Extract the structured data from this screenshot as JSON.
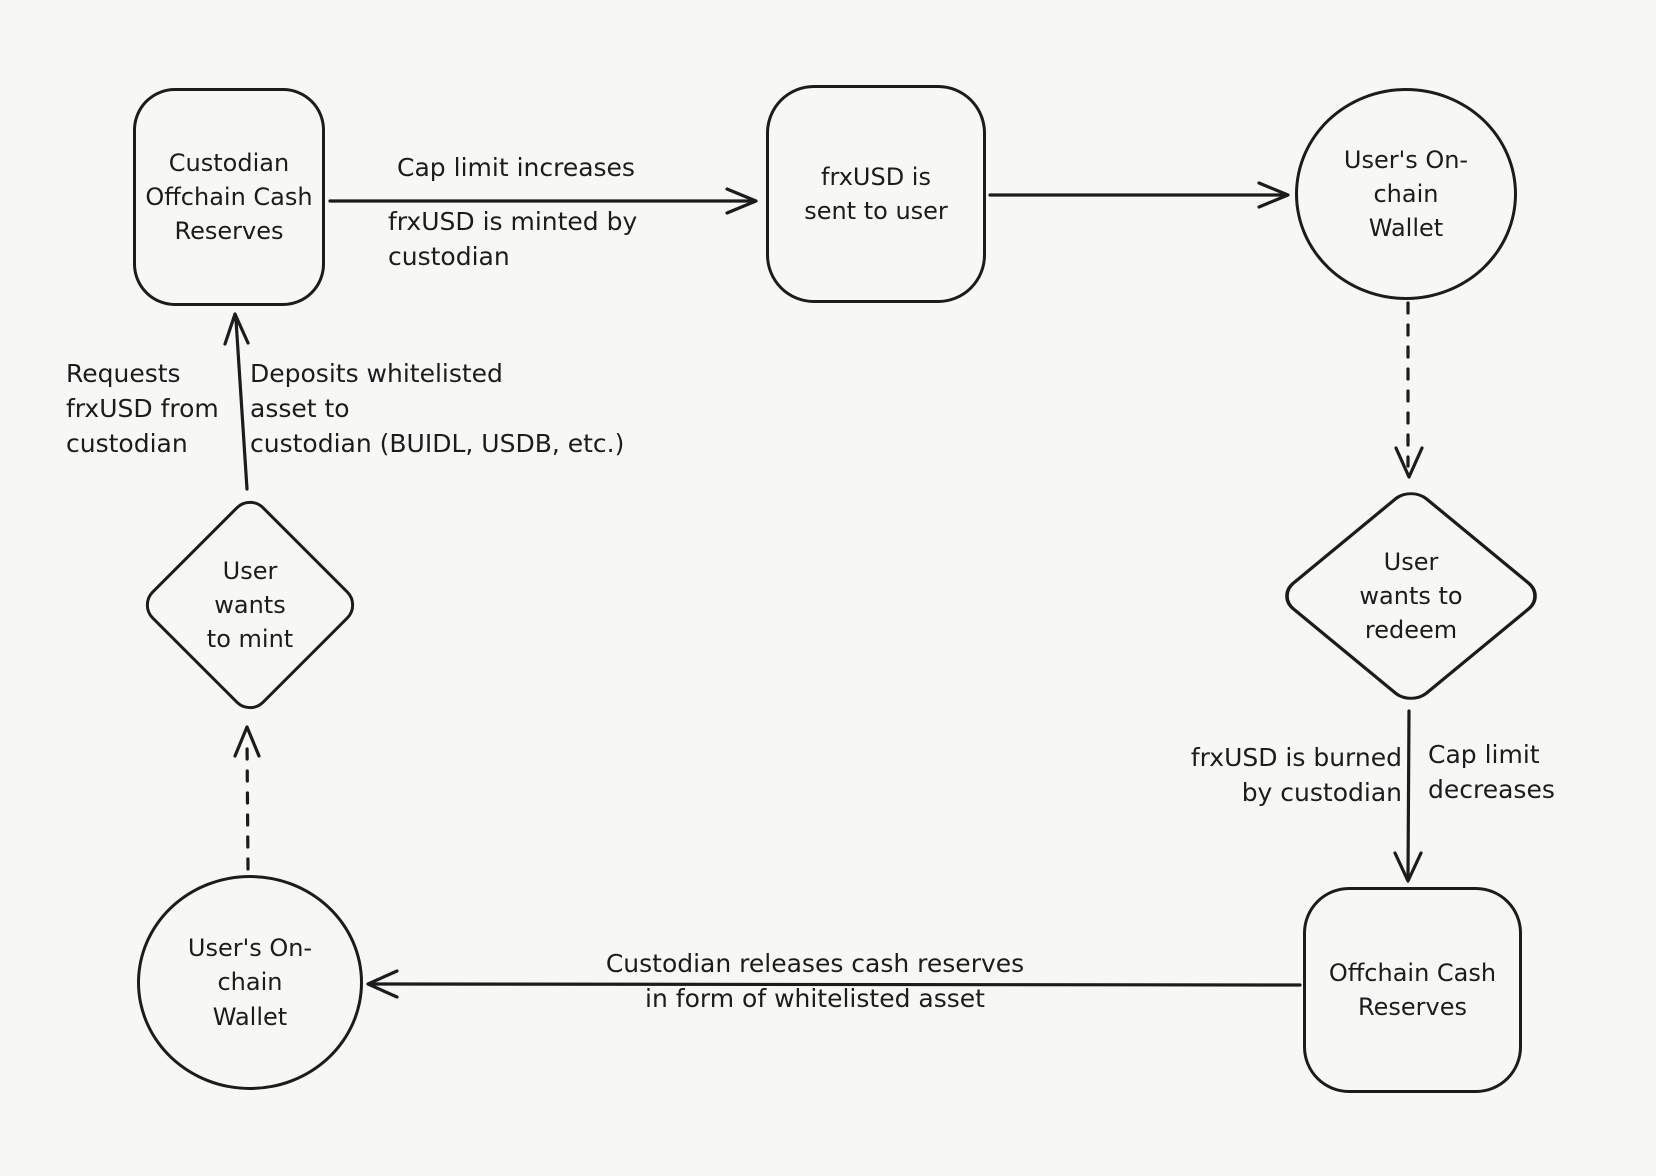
{
  "diagram": {
    "background_color": "#f7f7f5",
    "stroke_color": "#1c1c1c",
    "nodes": {
      "custodian_reserves": {
        "shape": "rounded-rectangle",
        "label": "Custodian\nOffchain Cash\nReserves"
      },
      "frxusd_sent": {
        "shape": "rounded-rectangle",
        "label": "frxUSD is\nsent to user"
      },
      "user_wallet_top": {
        "shape": "circle",
        "label": "User's On-\nchain\nWallet"
      },
      "user_wants_redeem": {
        "shape": "diamond",
        "label": "User\nwants to\nredeem"
      },
      "offchain_reserves": {
        "shape": "rounded-rectangle",
        "label": "Offchain Cash\nReserves"
      },
      "user_wallet_bottom": {
        "shape": "circle",
        "label": "User's On-\nchain\nWallet"
      },
      "user_wants_mint": {
        "shape": "diamond",
        "label": "User\nwants\nto mint"
      }
    },
    "edge_labels": {
      "cap_limit_increases": "Cap limit increases",
      "minted_by_custodian": "frxUSD is minted by\ncustodian",
      "requests_frxusd": "Requests\nfrxUSD from\ncustodian",
      "deposits_whitelisted": "Deposits whitelisted\nasset to\ncustodian (BUIDL, USDB, etc.)",
      "burned_by_custodian": "frxUSD is burned\nby custodian",
      "cap_limit_decreases": "Cap limit\ndecreases",
      "custodian_releases": "Custodian releases cash reserves\nin form of whitelisted asset"
    }
  }
}
